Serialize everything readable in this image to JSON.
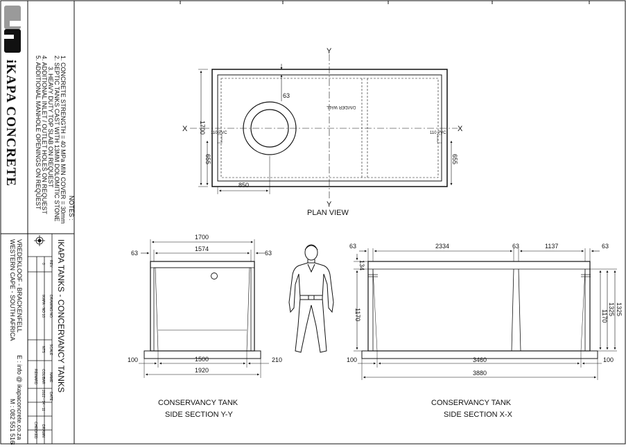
{
  "company": {
    "name": "iKAPA CONCRETE"
  },
  "notes": {
    "heading": "NOTES :",
    "items": [
      "1.   CONCRETE STRENGTH = 40 MPa   MIN COVER = 30mm",
      "2.   SEPTIC TANKS CAST WITH 13MM DOLOMITIC STONE",
      "3.   HEAVY DUTY TOP SLAB ON REQUEST",
      "4.   ADDITIONAL INLET / OUTLET HOLES ON REQUEST",
      "5.   ADDITIONAL MANHOLE OPENINGS ON REQUEST"
    ]
  },
  "title_block": {
    "title": "IKAPA TANKS  -  CONCERVANCY TANKS",
    "address_1": "VREDEKLOOF - BRACKENFELL",
    "address_2": "WESTERN CAPE - SOUTH AFRICA",
    "email": "E : info @ ikapaconcrete.co.za",
    "mobile": "M : 082 551 5168",
    "rev_label": "REV.",
    "rev_value": "0",
    "drawing_label": "DRAWING NO.",
    "drawing_value": "IKAPA - NO 10",
    "scale_label": "SCALE",
    "scale_value": "NTS",
    "name_label": "NAME",
    "date_label": "DATE",
    "role_1": "COLIBAR",
    "role_2": "REINARD",
    "date_1": "2022 - 04 - 11",
    "drawn_label": "DRAWN",
    "checked_label": "CHECKED"
  },
  "plan_view": {
    "caption": "PLAN VIEW",
    "axis_y": "Y",
    "axis_x": "X",
    "divider_label": "DIVIDER WALL",
    "pvc_left": "110 PVC",
    "pvc_right": "110 PVC",
    "dims": {
      "top_offset": "63",
      "width": "1700",
      "bottom_left": "655",
      "bottom_right": "655",
      "manhole_x": "850"
    }
  },
  "section_yy": {
    "caption_1": "CONSERVANCY TANK",
    "caption_2": "SIDE SECTION Y-Y",
    "dims": {
      "overall": "1700",
      "inner": "1574",
      "left_wall": "63",
      "right_wall": "63",
      "foot_left": "100",
      "foot_right": "210",
      "base_inner": "1500",
      "base_overall": "1920"
    }
  },
  "section_xx": {
    "caption_1": "CONSERVANCY TANK",
    "caption_2": "SIDE SECTION X-X",
    "dims": {
      "left_wall": "63",
      "span_1": "2334",
      "mid_wall": "63",
      "span_2": "1137",
      "right_wall": "63",
      "top_slab": "134",
      "inner_height": "1170",
      "right_inner": "1170",
      "right_mid": "1325",
      "right_outer": "1325",
      "foot_left": "100",
      "foot_right": "100",
      "base_inner": "3460",
      "base_overall": "3880"
    }
  }
}
